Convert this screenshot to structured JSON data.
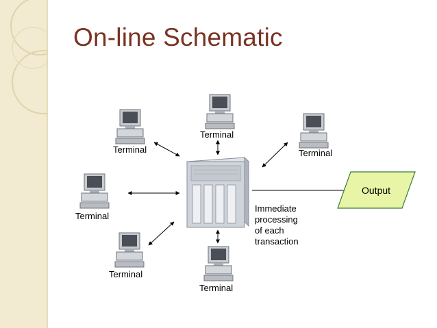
{
  "slide": {
    "title": "On-line Schematic"
  },
  "terminals": [
    {
      "id": "top",
      "label": "Terminal"
    },
    {
      "id": "upper-left",
      "label": "Terminal"
    },
    {
      "id": "upper-right",
      "label": "Terminal"
    },
    {
      "id": "left",
      "label": "Terminal"
    },
    {
      "id": "lower-left",
      "label": "Terminal"
    },
    {
      "id": "bottom",
      "label": "Terminal"
    }
  ],
  "output": {
    "label": "Output"
  },
  "note": {
    "lines": [
      "Immediate",
      "processing",
      "of each",
      "transaction"
    ]
  },
  "colors": {
    "title": "#7a3322",
    "band": "#f2ead1",
    "output_fill": "#e9f5a6",
    "output_stroke": "#3a7a3a"
  }
}
